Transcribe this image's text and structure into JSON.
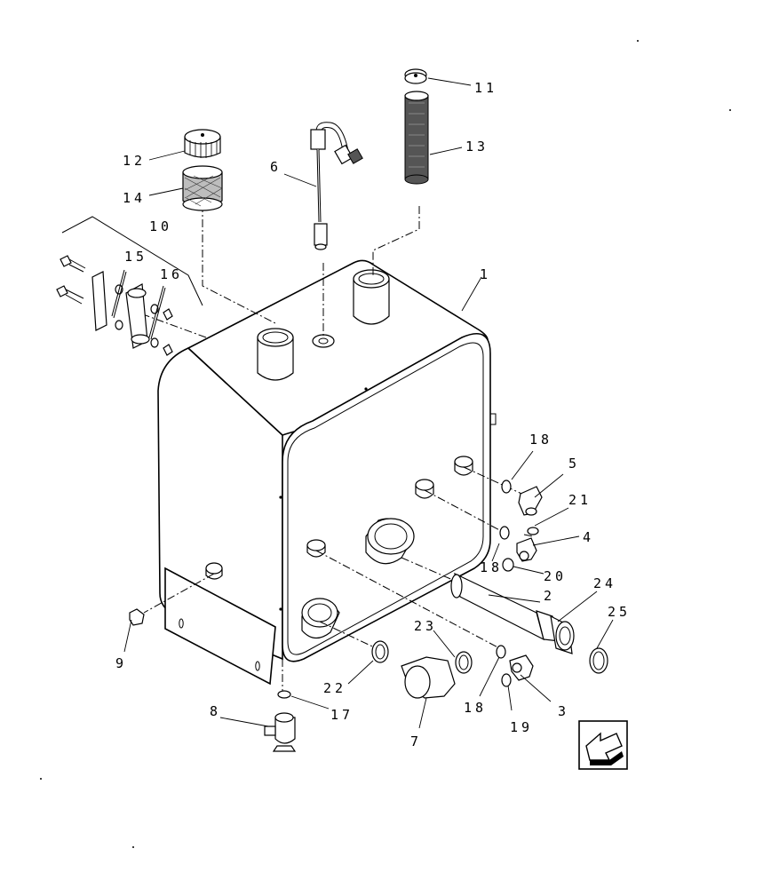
{
  "callouts": {
    "c1": "1",
    "c2": "2",
    "c3": "3",
    "c4": "4",
    "c5": "5",
    "c6": "6",
    "c7": "7",
    "c8": "8",
    "c9": "9",
    "c10": "10",
    "c11": "11",
    "c12": "12",
    "c13": "13",
    "c14": "14",
    "c15": "15",
    "c16": "16",
    "c17": "17",
    "c18a": "18",
    "c18b": "18",
    "c18c": "18",
    "c19": "19",
    "c20": "20",
    "c21": "21",
    "c22": "22",
    "c23": "23",
    "c24": "24",
    "c25": "25"
  },
  "nav_icon": "arrow-navigation-icon"
}
